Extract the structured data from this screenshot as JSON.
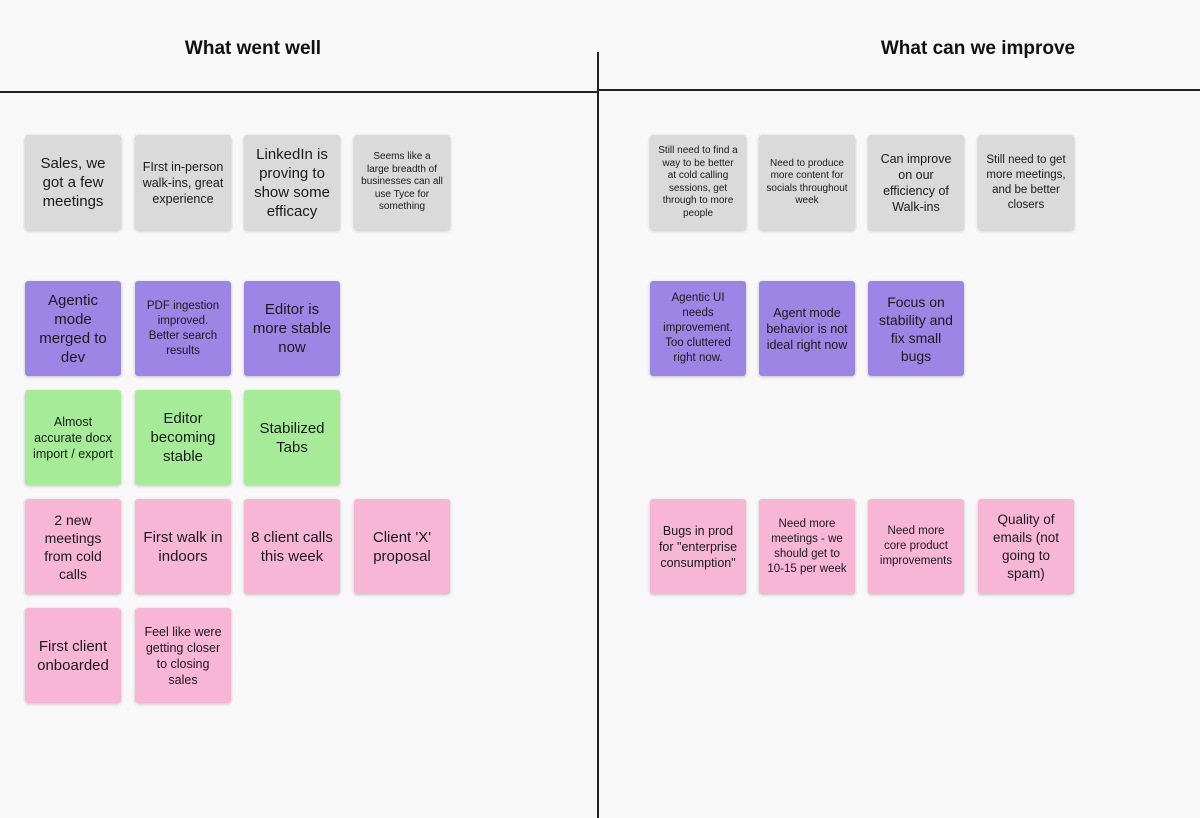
{
  "headings": {
    "left": "What went well",
    "right": "What can we improve"
  },
  "well": {
    "row1": [
      "Sales, we got a few meetings",
      "FIrst in-person walk-ins, great experience",
      "LinkedIn is proving to show some efficacy",
      "Seems like a large breadth of businesses can all use Tyce for something"
    ],
    "row2": [
      "Agentic mode merged to dev",
      "PDF ingestion improved. Better search results",
      "Editor is more stable now"
    ],
    "row3": [
      "Almost accurate docx import / export",
      "Editor becoming stable",
      "Stabilized Tabs"
    ],
    "row4": [
      "2 new meetings from cold calls",
      "First walk in indoors",
      "8 client calls this week",
      "Client 'X' proposal"
    ],
    "row5": [
      "First client onboarded",
      "Feel like were getting closer to closing sales"
    ]
  },
  "improve": {
    "row1": [
      "Still need to find a way to be better at cold calling sessions, get through to more people",
      "Need to produce more content for socials throughout week",
      "Can improve on our efficiency of Walk-ins",
      "Still need to get more meetings, and be better closers"
    ],
    "row2": [
      "Agentic UI needs improvement. Too cluttered right now.",
      "Agent mode behavior is not ideal right now",
      "Focus on stability and fix small bugs"
    ],
    "row3": [
      "Bugs in prod for \"enterprise consumption\"",
      "Need more meetings - we should get to 10-15 per week",
      "Need more core product improvements",
      "Quality of emails (not going to spam)"
    ]
  },
  "colors": {
    "grey": "#dadada",
    "purple": "#9d85e6",
    "green": "#a6ec98",
    "pink": "#f7b6d6"
  }
}
